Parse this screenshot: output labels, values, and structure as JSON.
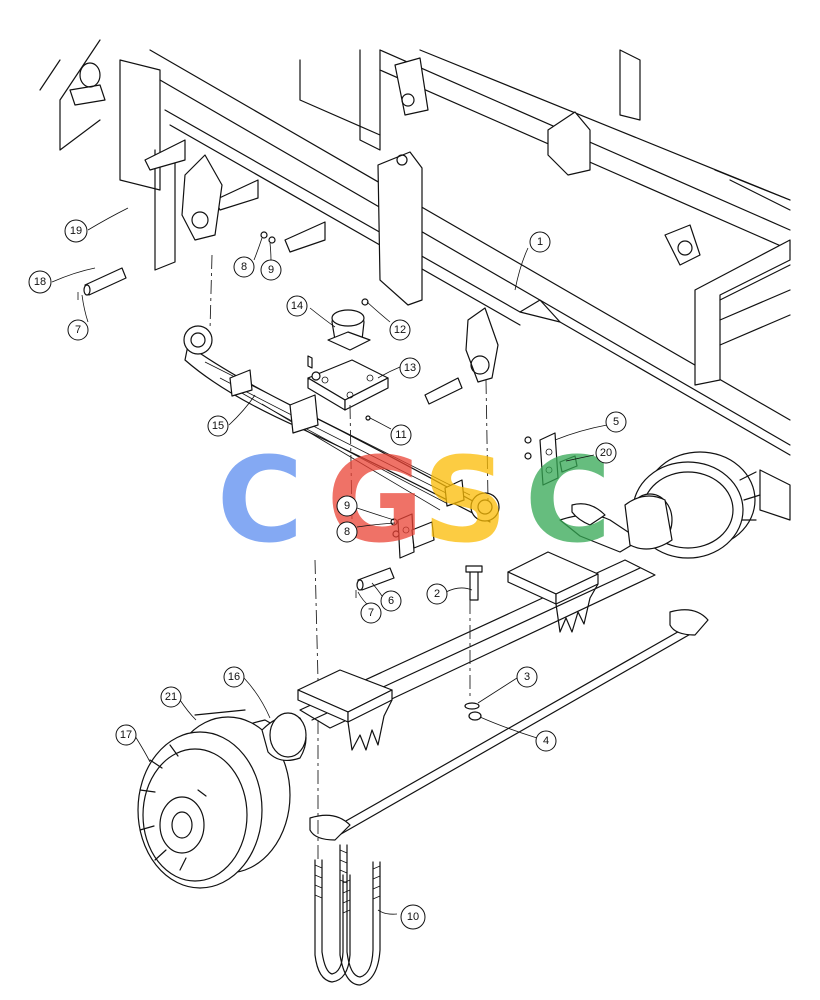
{
  "callouts": {
    "c1": "1",
    "c2": "2",
    "c3": "3",
    "c4": "4",
    "c5": "5",
    "c6": "6",
    "c7a": "7",
    "c7b": "7",
    "c8a": "8",
    "c8b": "8",
    "c9a": "9",
    "c9b": "9",
    "c10": "10",
    "c11": "11",
    "c12": "12",
    "c13": "13",
    "c14": "14",
    "c15": "15",
    "c16": "16",
    "c17": "17",
    "c18": "18",
    "c19": "19",
    "c20": "20",
    "c21": "21"
  },
  "watermark": {
    "letters": [
      "C",
      "G",
      "S",
      "C"
    ],
    "colors": [
      "#5b8def",
      "#ea4335",
      "#fbbc04",
      "#34a853"
    ]
  }
}
